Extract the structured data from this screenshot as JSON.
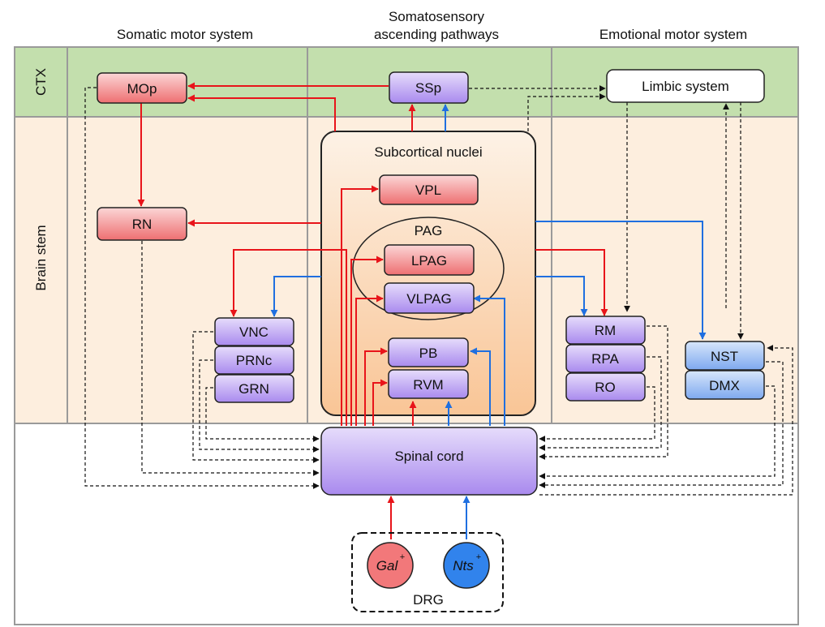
{
  "columns": {
    "somatic": "Somatic motor system",
    "somatosensory_line1": "Somatosensory",
    "somatosensory_line2": "ascending pathways",
    "emotional": "Emotional motor system"
  },
  "bands": {
    "ctx": "CTX",
    "brainstem": "Brain stem"
  },
  "nodes": {
    "mop": "MOp",
    "ssp": "SSp",
    "limbic": "Limbic system",
    "subcortical": "Subcortical nuclei",
    "vpl": "VPL",
    "pag": "PAG",
    "lpag": "LPAG",
    "vlpag": "VLPAG",
    "rn": "RN",
    "vnc": "VNC",
    "prnc": "PRNc",
    "grn": "GRN",
    "pb": "PB",
    "rvm": "RVM",
    "rm": "RM",
    "rpa": "RPA",
    "ro": "RO",
    "nst": "NST",
    "dmx": "DMX",
    "spinal": "Spinal cord",
    "gal": "Gal",
    "gal_sup": "+",
    "nts": "Nts",
    "nts_sup": "+",
    "drg": "DRG"
  },
  "colors": {
    "red_arrow": "#e8141a",
    "blue_arrow": "#1f6fe0",
    "ctx_band": "#c3dfad",
    "brainstem_band": "#fdeede",
    "red_node": "#f48a8c",
    "purple_node": "#b69cf0",
    "blue_node": "#92b7f3"
  }
}
